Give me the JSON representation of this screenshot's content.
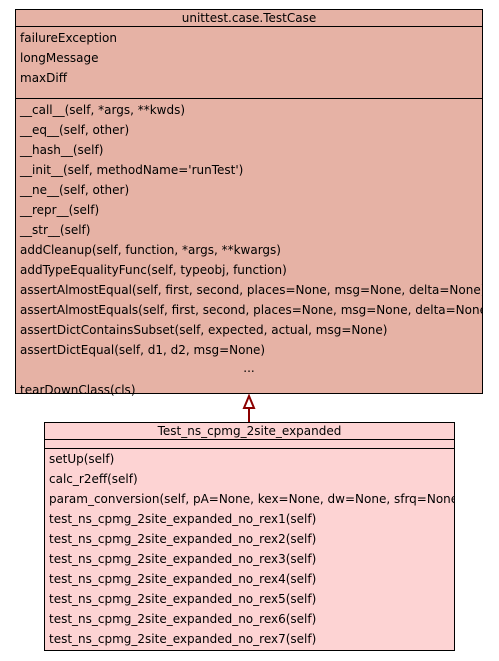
{
  "base_class": {
    "name": "unittest.case.TestCase",
    "attributes": [
      "failureException",
      "longMessage",
      "maxDiff"
    ],
    "methods": [
      "__call__(self, *args, **kwds)",
      "__eq__(self, other)",
      "__hash__(self)",
      "__init__(self, methodName='runTest')",
      "__ne__(self, other)",
      "__repr__(self)",
      "__str__(self)",
      "addCleanup(self, function, *args, **kwargs)",
      "addTypeEqualityFunc(self, typeobj, function)",
      "assertAlmostEqual(self, first, second, places=None, msg=None, delta=None)",
      "assertAlmostEquals(self, first, second, places=None, msg=None, delta=None)",
      "assertDictContainsSubset(self, expected, actual, msg=None)",
      "assertDictEqual(self, d1, d2, msg=None)"
    ],
    "ellipsis": "...",
    "last_method": "tearDownClass(cls)",
    "fill_color": "#e6b2a5"
  },
  "derived_class": {
    "name": "Test_ns_cpmg_2site_expanded",
    "methods": [
      "setUp(self)",
      "calc_r2eff(self)",
      "param_conversion(self, pA=None, kex=None, dw=None, sfrq=None)",
      "test_ns_cpmg_2site_expanded_no_rex1(self)",
      "test_ns_cpmg_2site_expanded_no_rex2(self)",
      "test_ns_cpmg_2site_expanded_no_rex3(self)",
      "test_ns_cpmg_2site_expanded_no_rex4(self)",
      "test_ns_cpmg_2site_expanded_no_rex5(self)",
      "test_ns_cpmg_2site_expanded_no_rex6(self)",
      "test_ns_cpmg_2site_expanded_no_rex7(self)"
    ],
    "fill_color": "#fdd3d3"
  },
  "inheritance": {
    "arrow_color": "#8b0000"
  }
}
